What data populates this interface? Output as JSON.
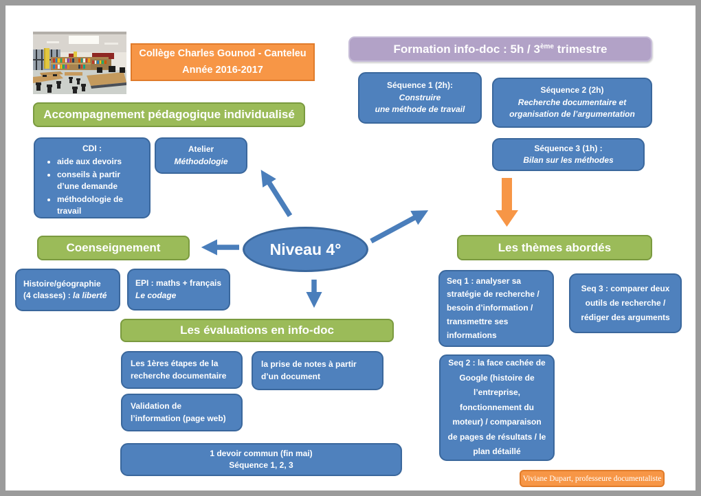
{
  "colors": {
    "box_blue": "#4F81BD",
    "box_blue_border": "#3A679C",
    "box_green": "#9BBB59",
    "box_green_border": "#7A9A3F",
    "box_purple": "#B2A2C7",
    "box_orange": "#F79646",
    "arrow_blue": "#4A7EBB",
    "arrow_orange": "#F79646",
    "frame_gray": "#9B9B9B"
  },
  "header": {
    "school_line1": "Collège Charles Gounod - Canteleu",
    "school_line2": "Année 2016-2017",
    "formation_pre": "Formation info-doc : 5h / 3",
    "formation_sup": "ème",
    "formation_post": " trimestre"
  },
  "photo": {
    "name": "cdi-library-photo"
  },
  "sequences": {
    "seq1_title": "Séquence 1 (2h):",
    "seq1_line1": "Construire",
    "seq1_line2": "une méthode de travail",
    "seq2_title": "Séquence 2 (2h)",
    "seq2_line1": "Recherche  documentaire et",
    "seq2_line2": "organisation de l’argumentation",
    "seq3_title": "Séquence 3 (1h) :",
    "seq3_line1": "Bilan sur les méthodes"
  },
  "accompagnement": {
    "heading": "Accompagnement pédagogique individualisé",
    "cdi_title": "CDI :",
    "cdi_bullets": [
      "aide aux devoirs",
      "conseils à partir d’une demande",
      "méthodologie de travail"
    ],
    "atelier_line1": "Atelier",
    "atelier_line2": "Méthodologie"
  },
  "coenseignement": {
    "heading": "Coenseignement",
    "histgeo_line1": "Histoire/géographie",
    "histgeo_line2_pre": "(4 classes) : ",
    "histgeo_line2_it": "la liberté",
    "epi_line1": "EPI : maths + français",
    "epi_line2": "Le codage"
  },
  "center": {
    "label": "Niveau 4°"
  },
  "themes": {
    "heading": "Les thèmes abordés",
    "seq1": "Seq 1 : analyser sa stratégie de recherche / besoin d’information / transmettre ses informations",
    "seq3": "Seq 3 : comparer deux outils de recherche / rédiger des arguments",
    "seq2": "Seq 2 : la face cachée de Google (histoire de l’entreprise, fonctionnement du moteur) / comparaison de pages de résultats / le plan détaillé"
  },
  "evaluations": {
    "heading": "Les évaluations en info-doc",
    "items": [
      "Les 1ères étapes de la recherche documentaire",
      "la prise de notes à partir d’un document",
      "Validation de l’information (page web)"
    ],
    "devoir_line1": "1 devoir commun (fin mai)",
    "devoir_line2": "Séquence 1, 2, 3"
  },
  "footer": {
    "credit": "Viviane Dupart, professeure documentaliste"
  }
}
